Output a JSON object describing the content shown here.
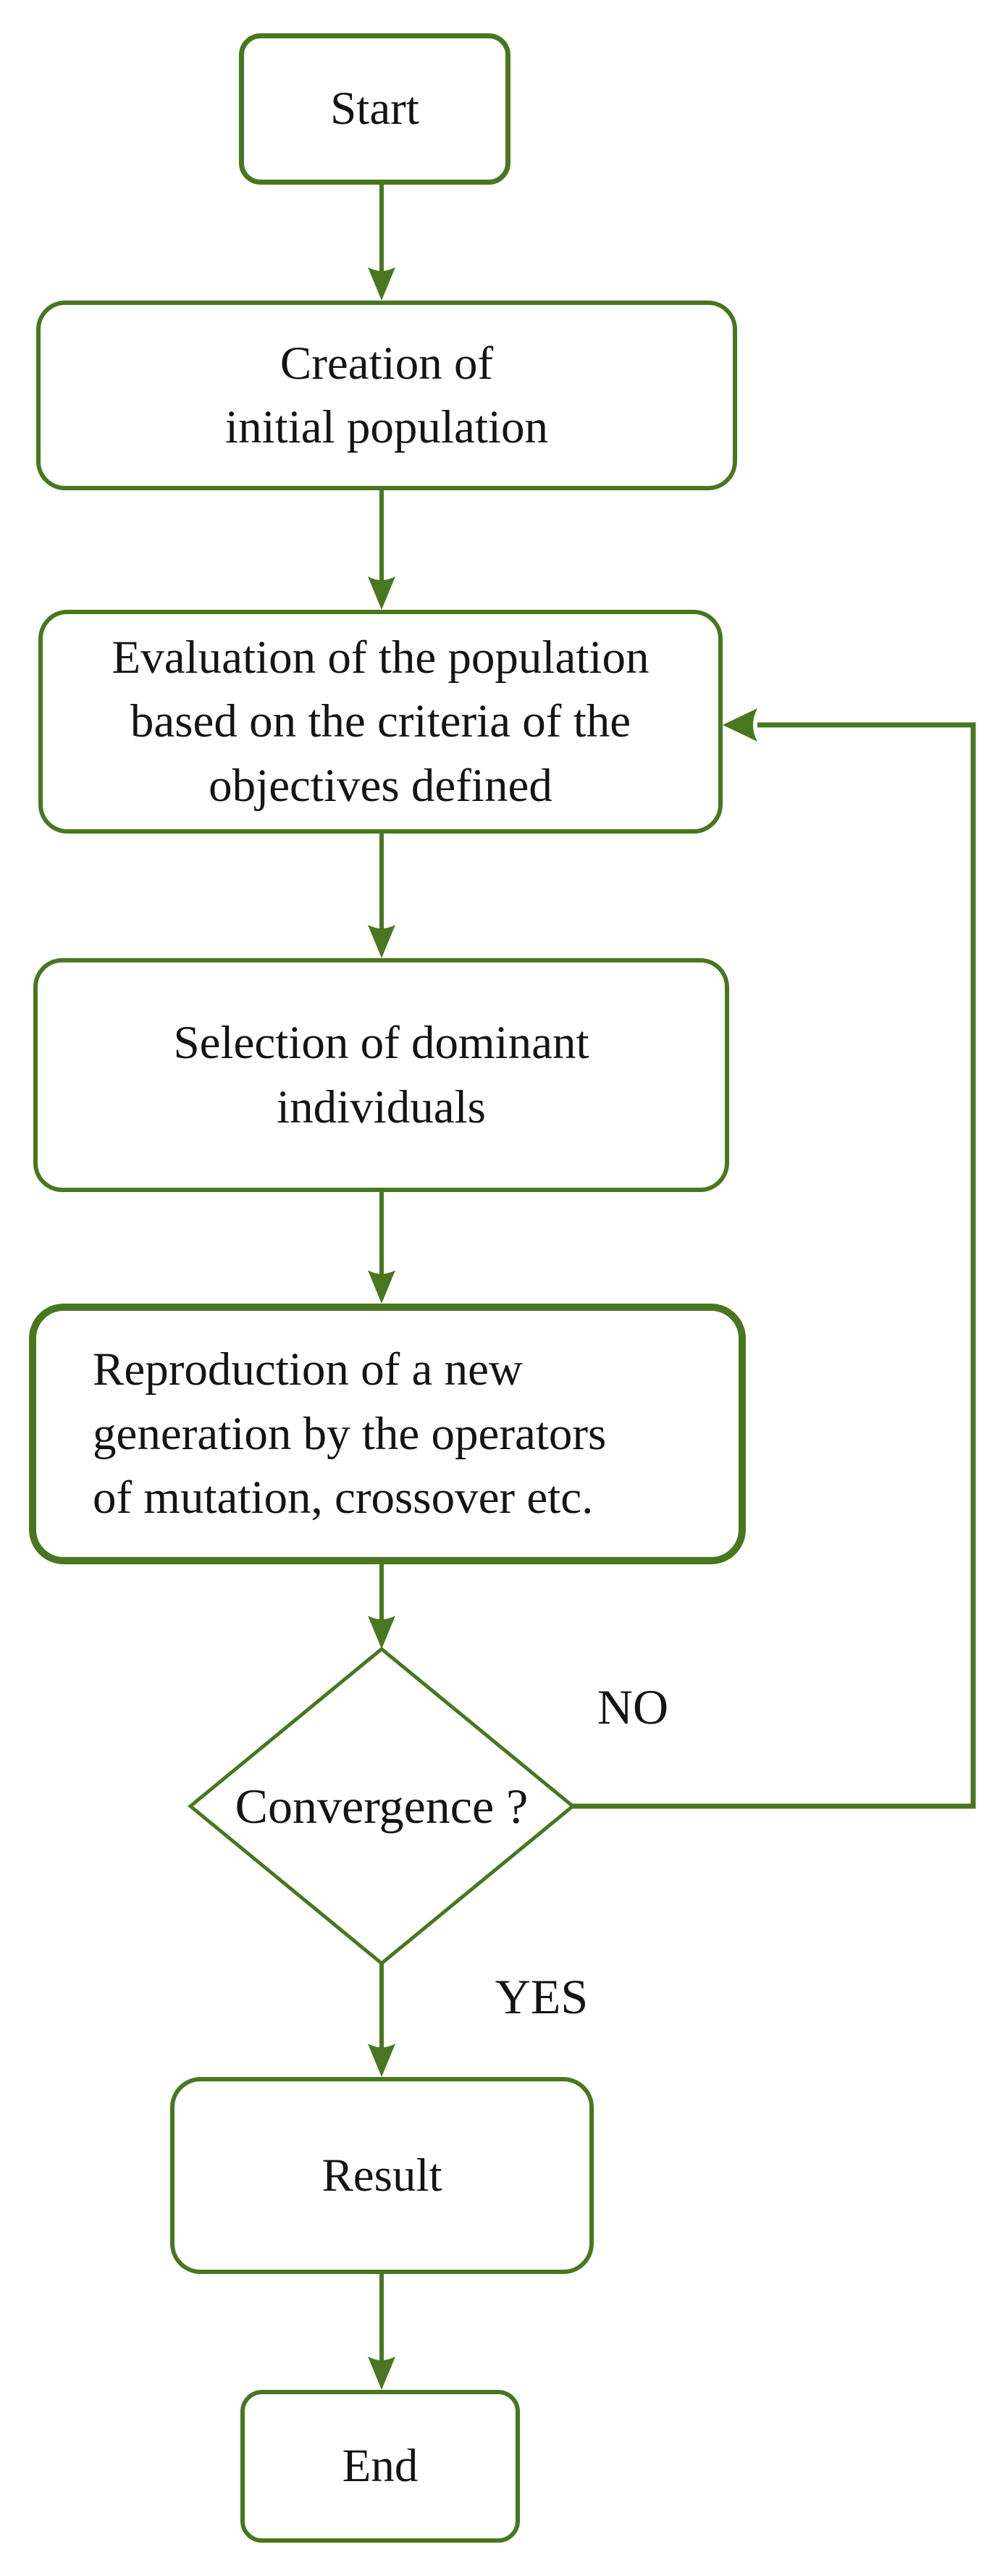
{
  "colors": {
    "stroke": "#48771f",
    "background": "#ffffff",
    "text": "#141414"
  },
  "nodes": {
    "start": {
      "type": "terminator",
      "label": "Start"
    },
    "creation": {
      "type": "process",
      "label": "Creation of\ninitial population"
    },
    "evaluation": {
      "type": "process",
      "label": "Evaluation of the population\nbased on the criteria of the\nobjectives defined"
    },
    "selection": {
      "type": "process",
      "label": "Selection of dominant\nindividuals"
    },
    "reproduction": {
      "type": "process",
      "label": "Reproduction of a new\ngeneration by the operators\nof mutation, crossover etc."
    },
    "convergence": {
      "type": "decision",
      "label": "Convergence ?"
    },
    "result": {
      "type": "process",
      "label": "Result"
    },
    "end": {
      "type": "terminator",
      "label": "End"
    }
  },
  "branch_labels": {
    "no": "NO",
    "yes": "YES"
  },
  "edges": [
    {
      "from": "start",
      "to": "creation",
      "label": ""
    },
    {
      "from": "creation",
      "to": "evaluation",
      "label": ""
    },
    {
      "from": "evaluation",
      "to": "selection",
      "label": ""
    },
    {
      "from": "selection",
      "to": "reproduction",
      "label": ""
    },
    {
      "from": "reproduction",
      "to": "convergence",
      "label": ""
    },
    {
      "from": "convergence",
      "to": "evaluation",
      "label": "NO"
    },
    {
      "from": "convergence",
      "to": "result",
      "label": "YES"
    },
    {
      "from": "result",
      "to": "end",
      "label": ""
    }
  ]
}
